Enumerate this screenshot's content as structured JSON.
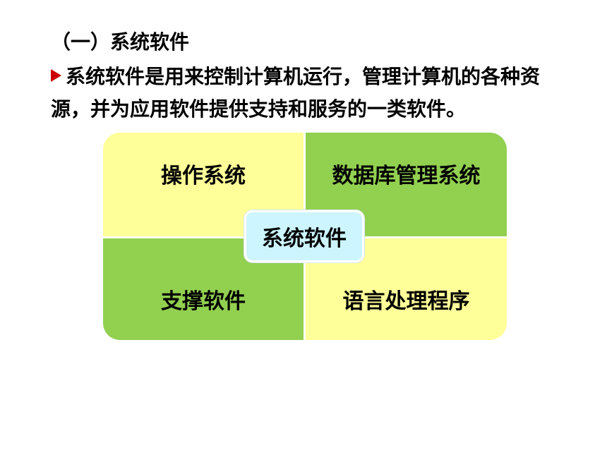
{
  "heading": "（一）系统软件",
  "definition": {
    "text": "系统软件是用来控制计算机运行，管理计算机的各种资源，并为应用软件提供支持和服务的一类软件。",
    "bullet_icon": "arrow-bullet-icon",
    "bullet_color": "#cc0000"
  },
  "diagram": {
    "center": {
      "label": "系统软件",
      "color": "#ccf5ff"
    },
    "quadrants": {
      "top_left": {
        "label": "操作系统",
        "color": "#ffff99"
      },
      "top_right": {
        "label": "数据库管理系统",
        "color": "#92d050"
      },
      "bottom_left": {
        "label": "支撑软件",
        "color": "#92d050"
      },
      "bottom_right": {
        "label": "语言处理程序",
        "color": "#ffff99"
      }
    }
  }
}
